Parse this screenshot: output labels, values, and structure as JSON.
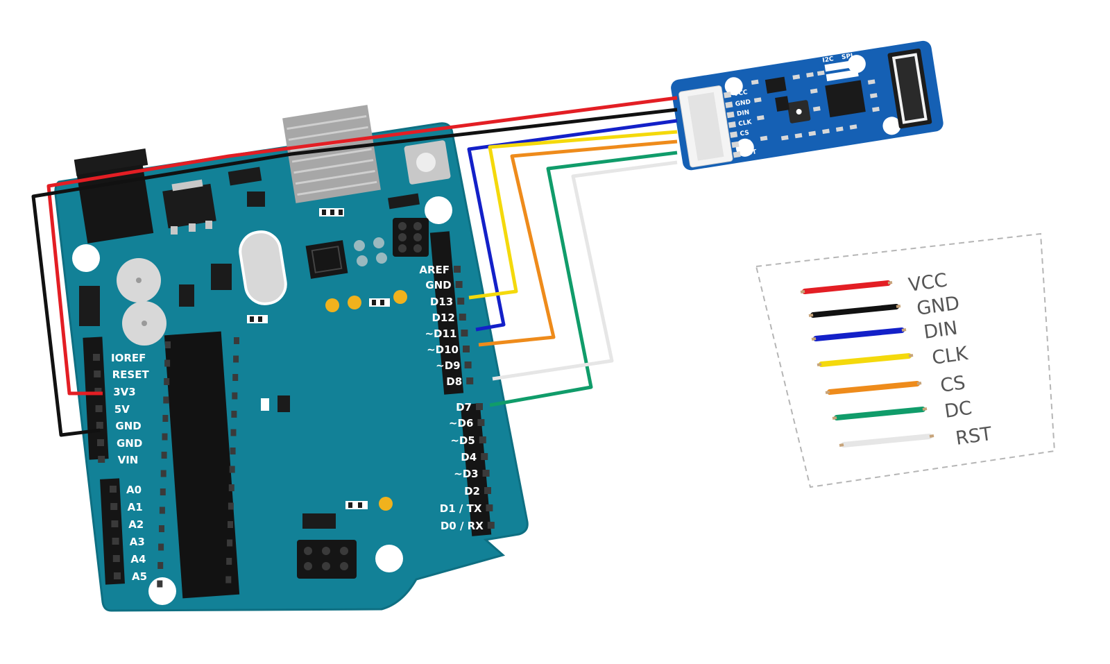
{
  "colors": {
    "board": "#128197",
    "board_edge": "#0e6f82",
    "module": "#1560b4",
    "vcc": "#e31e24",
    "gnd": "#111111",
    "din": "#1320c8",
    "clk": "#f4d90c",
    "cs": "#ee8b1b",
    "dc": "#109c6a",
    "rst": "#e6e6e6"
  },
  "arduino": {
    "left_labels": [
      "IOREF",
      "RESET",
      "3V3",
      "5V",
      "GND",
      "GND",
      "VIN"
    ],
    "analog_labels": [
      "A0",
      "A1",
      "A2",
      "A3",
      "A4",
      "A5"
    ],
    "right_labels": [
      "AREF",
      "GND",
      "D13",
      "D12",
      "~D11",
      "~D10",
      "~D9",
      "D8",
      "D7",
      "~D6",
      "~D5",
      "D4",
      "~D3",
      "D2",
      "D1 / TX",
      "D0 / RX"
    ]
  },
  "module": {
    "pin_labels": [
      "VCC",
      "GND",
      "DIN",
      "CLK",
      "CS",
      "DC",
      "RST"
    ],
    "jumper_labels": [
      "I2C",
      "SPI"
    ]
  },
  "legend": {
    "items": [
      {
        "label": "VCC",
        "color": "#e31e24"
      },
      {
        "label": "GND",
        "color": "#111111"
      },
      {
        "label": "DIN",
        "color": "#1320c8"
      },
      {
        "label": "CLK",
        "color": "#f4d90c"
      },
      {
        "label": "CS",
        "color": "#ee8b1b"
      },
      {
        "label": "DC",
        "color": "#109c6a"
      },
      {
        "label": "RST",
        "color": "#e6e6e6"
      }
    ]
  }
}
